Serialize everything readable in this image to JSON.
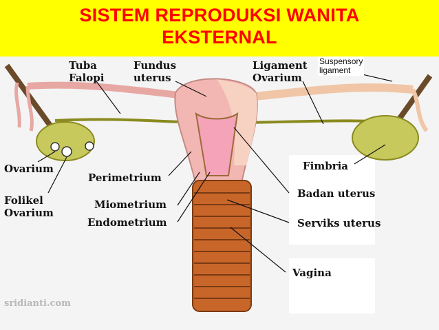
{
  "title": {
    "line1": "SISTEM REPRODUKSI WANITA",
    "line2": "EKSTERNAL"
  },
  "labels": {
    "tuba_falopi": [
      "Tuba",
      "Falopi"
    ],
    "fundus_uterus": [
      "Fundus",
      "uterus"
    ],
    "ligament_ovarium": [
      "Ligament",
      "Ovarium"
    ],
    "suspensory_ligament": [
      "Suspensory",
      "ligament"
    ],
    "ovarium": "Ovarium",
    "fimbria": "Fimbria",
    "perimetrium": "Perimetrium",
    "badan_uterus": "Badan uterus",
    "folikel_ovarium": [
      "Folikel",
      "Ovarium"
    ],
    "miometrium": "Miometrium",
    "endometrium": "Endometrium",
    "serviks_uterus": "Serviks uterus",
    "vagina": "Vagina"
  },
  "watermark": "sridianti.com",
  "colors": {
    "title_band": "#ffff00",
    "title_text": "#ff0000",
    "uterus": "#f2b7b2",
    "ovary": "#c7c95c",
    "vagina": "#c8662a"
  }
}
